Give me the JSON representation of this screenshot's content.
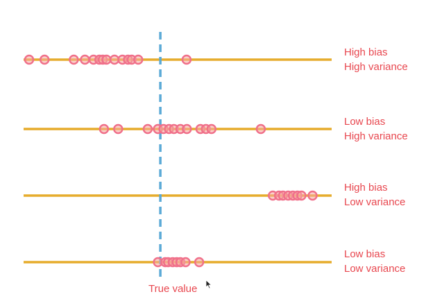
{
  "colors": {
    "axis": "#e6ac2c",
    "marker_stroke": "#f0708a",
    "marker_fill": "#f6a9a0",
    "true_value_line": "#5aa9d6",
    "label": "#e8474f"
  },
  "true_value_label": "True value",
  "true_value_position": 0.444,
  "rows": [
    {
      "label_line1": "High bias",
      "label_line2": "High variance",
      "points": [
        0.018,
        0.068,
        0.163,
        0.199,
        0.227,
        0.246,
        0.257,
        0.269,
        0.295,
        0.321,
        0.339,
        0.351,
        0.372,
        0.529
      ]
    },
    {
      "label_line1": "Low bias",
      "label_line2": "High variance",
      "points": [
        0.261,
        0.307,
        0.403,
        0.436,
        0.454,
        0.472,
        0.488,
        0.509,
        0.53,
        0.574,
        0.592,
        0.61,
        0.77
      ]
    },
    {
      "label_line1": "High bias",
      "label_line2": "Low variance",
      "points": [
        0.809,
        0.829,
        0.842,
        0.859,
        0.874,
        0.889,
        0.902,
        0.938
      ]
    },
    {
      "label_line1": "Low bias",
      "label_line2": "Low variance",
      "points": [
        0.436,
        0.46,
        0.469,
        0.484,
        0.497,
        0.509,
        0.526,
        0.57
      ]
    }
  ],
  "icons": {
    "cursor": "mouse-pointer-icon"
  }
}
